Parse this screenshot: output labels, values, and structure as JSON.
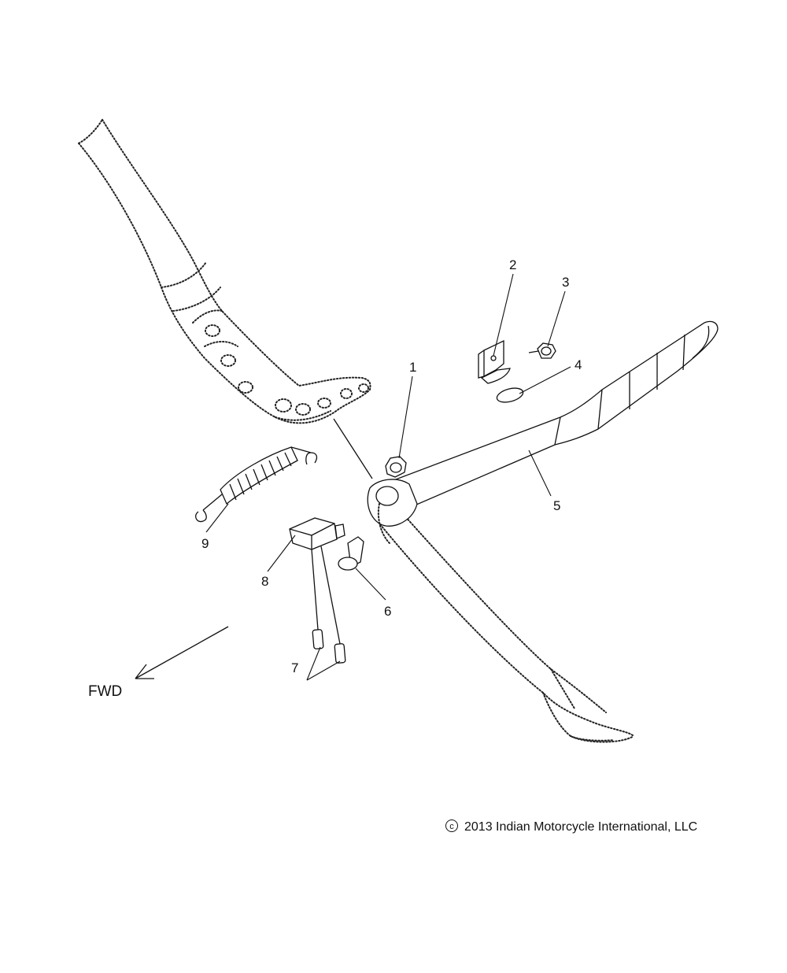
{
  "callouts": [
    {
      "id": "1",
      "label": "1"
    },
    {
      "id": "2",
      "label": "2"
    },
    {
      "id": "3",
      "label": "3"
    },
    {
      "id": "4",
      "label": "4"
    },
    {
      "id": "5",
      "label": "5"
    },
    {
      "id": "6",
      "label": "6"
    },
    {
      "id": "7",
      "label": "7"
    },
    {
      "id": "8",
      "label": "8"
    },
    {
      "id": "9",
      "label": "9"
    }
  ],
  "direction_label": "FWD",
  "copyright": {
    "symbol": "c",
    "text": "2013 Indian Motorcycle International, LLC"
  }
}
